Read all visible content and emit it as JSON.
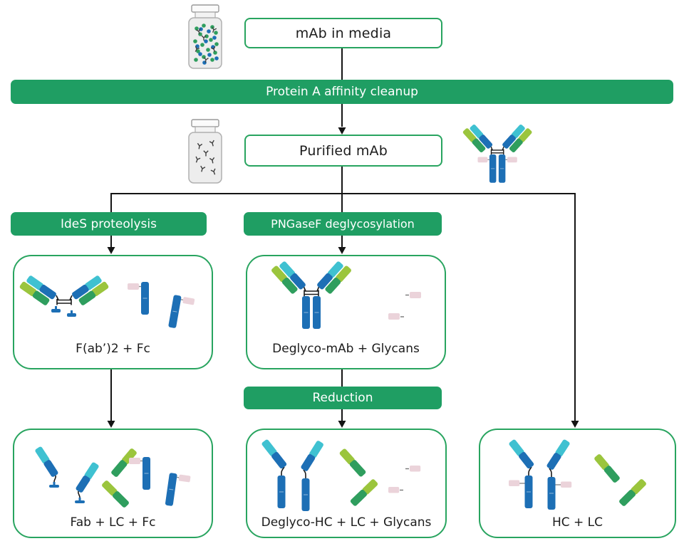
{
  "nodes": {
    "mab_in_media": "mAb in media",
    "protein_a_cleanup": "Protein A affinity cleanup",
    "purified_mab": "Purified mAb",
    "ides_proteolysis": "IdeS proteolysis",
    "pngasef_deglycosylation": "PNGaseF deglycosylation",
    "fab2_fc": "F(ab’)2 + Fc",
    "deglyco_mab_glycans": "Deglyco-mAb + Glycans",
    "reduction": "Reduction",
    "fab_lc_fc": "Fab + LC + Fc",
    "deglyco_hc_lc_glycans": "Deglyco-HC + LC + Glycans",
    "hc_lc": "HC + LC"
  },
  "icons": {
    "vial_media": "vial-with-mab-and-media-impurities",
    "vial_purified": "vial-with-purified-mab",
    "mab_glycosylated": "antibody-with-fc-glycans",
    "mab_deglycosylated": "antibody-without-glycans",
    "fab2_fragment": "f-ab-prime-2-fragment",
    "fc_fragment": "fc-fragment-with-glycan",
    "fab_fragment": "fab-fragment",
    "light_chain": "light-chain-fragment",
    "heavy_chain": "heavy-chain-fragment",
    "glycan": "released-glycan"
  },
  "colors": {
    "banner_green": "#1f9e63",
    "box_border_green": "#28a45f",
    "heavy_chain_blue": "#1d6fb5",
    "heavy_chain_cyan": "#3fc1d1",
    "light_chain_green": "#2f9e5e",
    "light_chain_lime": "#9bc53d",
    "glycan_pink": "#ebd3da",
    "line_black": "#141414"
  }
}
